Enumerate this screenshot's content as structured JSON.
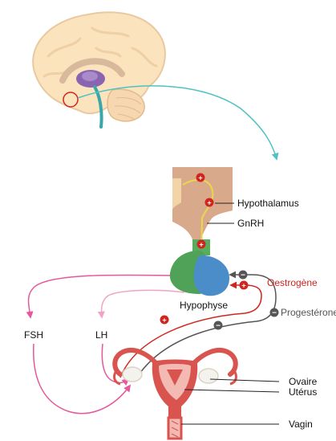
{
  "labels": {
    "hypothalamus": "Hypothalamus",
    "gnrh": "GnRH",
    "hypophyse": "Hypophyse",
    "oestrogene": "Oestrogène",
    "progesterone": "Progestérone",
    "fsh": "FSH",
    "lh": "LH",
    "ovaire": "Ovaire",
    "uterus": "Utérus",
    "vagin": "Vagin"
  },
  "signs": {
    "plus": "+",
    "minus": "−"
  },
  "colors": {
    "brain_outline": "#e8c9a0",
    "brain_fill": "#fbe3bd",
    "hypothalamus_tissue": "#d9a98c",
    "pituitary_anterior": "#4fa257",
    "pituitary_posterior": "#4a8dc9",
    "stalk": "#59ad5e",
    "gnrh_arrow": "#e8d84a",
    "brain_arrow": "#4ec2c5",
    "fsh_arrow": "#e6579b",
    "lh_arrow": "#f0a3c6",
    "oestrogen_arrow": "#d0251e",
    "progesterone_arrow": "#555555",
    "uterus_outer": "#d9534f",
    "uterus_inner": "#f3b9b3"
  }
}
